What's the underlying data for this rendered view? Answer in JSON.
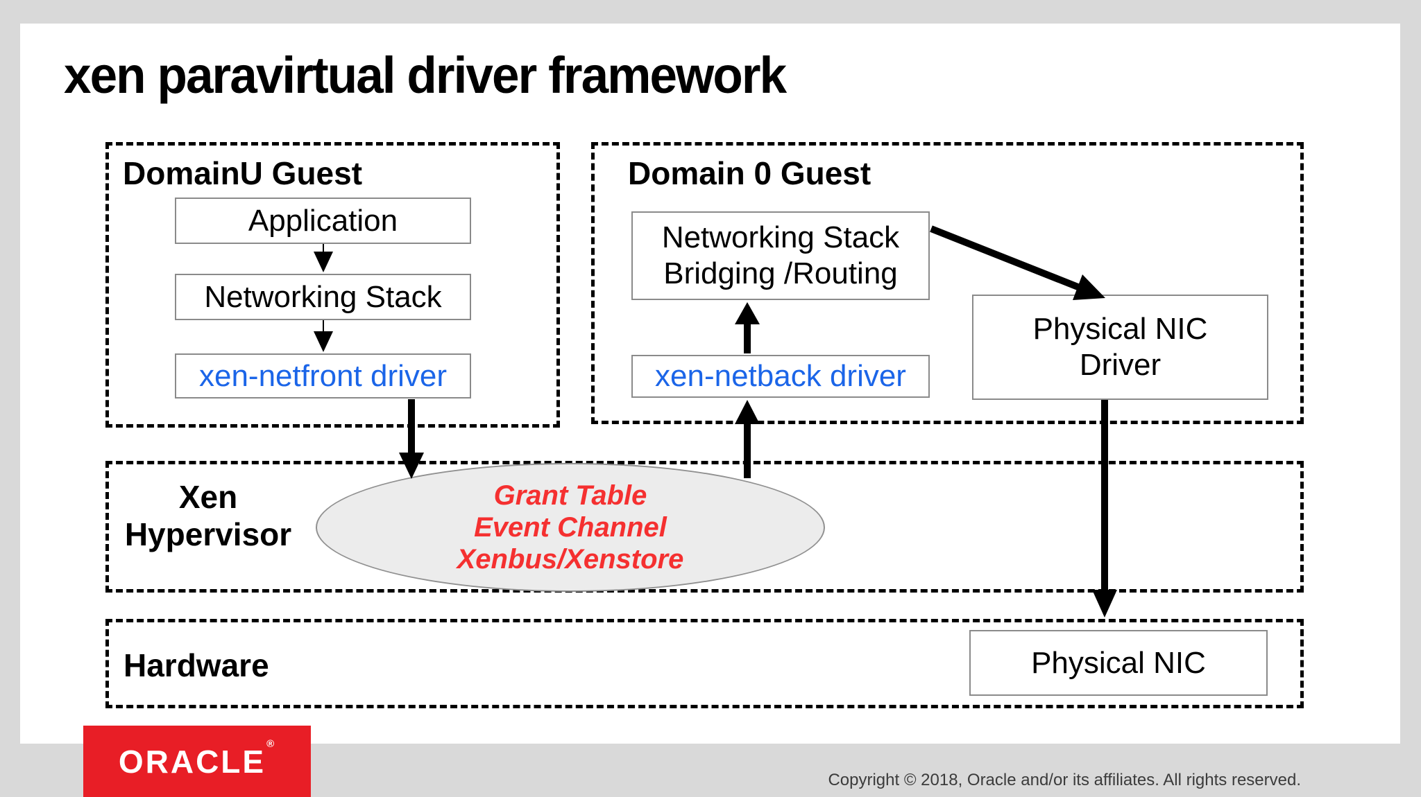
{
  "title": "xen paravirtual driver framework",
  "colors": {
    "background_gray": "#d9d9d9",
    "link_blue": "#1b65e8",
    "channel_red": "#f53030",
    "oracle_red": "#e81e26",
    "black": "#000000"
  },
  "domainU": {
    "label": "DomainU Guest",
    "application": "Application",
    "networking_stack": "Networking Stack",
    "netfront": "xen-netfront driver"
  },
  "domain0": {
    "label": "Domain 0 Guest",
    "networking_stack_line1": "Networking Stack",
    "networking_stack_line2": "Bridging /Routing",
    "netback": "xen-netback driver",
    "nic_driver_line1": "Physical NIC",
    "nic_driver_line2": "Driver"
  },
  "hypervisor": {
    "label_line1": "Xen",
    "label_line2": "Hypervisor",
    "ellipse_line1": "Grant Table",
    "ellipse_line2": "Event Channel",
    "ellipse_line3": "Xenbus/Xenstore"
  },
  "hardware": {
    "label": "Hardware",
    "physical_nic": "Physical NIC"
  },
  "footer": {
    "logo_text": "ORACLE",
    "logo_registered": "®",
    "copyright": "Copyright © 2018, Oracle and/or its affiliates. All rights reserved."
  }
}
